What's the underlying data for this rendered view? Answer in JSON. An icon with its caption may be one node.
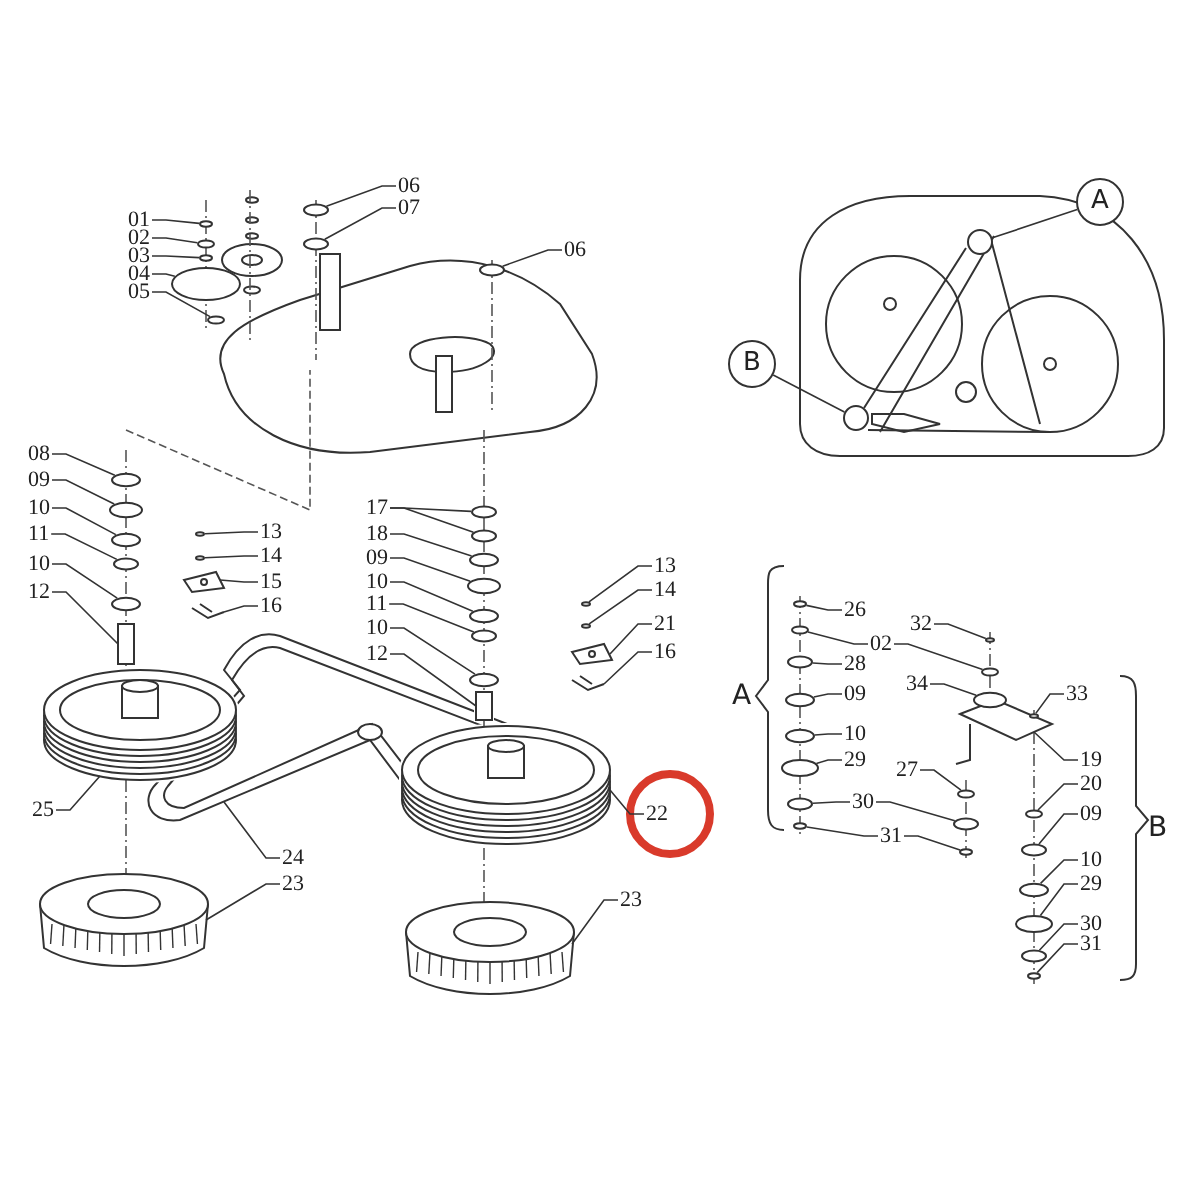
{
  "diagram": {
    "nodes": [
      {
        "text": [
          "01"
        ]
      },
      {
        "text": [
          "02"
        ]
      },
      {
        "text": [
          "03"
        ]
      },
      {
        "text": [
          "04"
        ]
      },
      {
        "text": [
          "05"
        ]
      },
      {
        "text": [
          "06"
        ]
      },
      {
        "text": [
          "07"
        ]
      },
      {
        "text": [
          "06"
        ]
      },
      {
        "text": [
          "08"
        ]
      },
      {
        "text": [
          "09"
        ]
      },
      {
        "text": [
          "10"
        ]
      },
      {
        "text": [
          "11"
        ]
      },
      {
        "text": [
          "10"
        ]
      },
      {
        "text": [
          "12"
        ]
      },
      {
        "text": [
          "13"
        ]
      },
      {
        "text": [
          "14"
        ]
      },
      {
        "text": [
          "15"
        ]
      },
      {
        "text": [
          "16"
        ]
      },
      {
        "text": [
          "17"
        ]
      },
      {
        "text": [
          "18"
        ]
      },
      {
        "text": [
          "09"
        ]
      },
      {
        "text": [
          "10"
        ]
      },
      {
        "text": [
          "11"
        ]
      },
      {
        "text": [
          "10"
        ]
      },
      {
        "text": [
          "12"
        ]
      },
      {
        "text": [
          "13"
        ]
      },
      {
        "text": [
          "14"
        ]
      },
      {
        "text": [
          "21"
        ]
      },
      {
        "text": [
          "16"
        ]
      },
      {
        "text": [
          "25"
        ]
      },
      {
        "text": [
          "24"
        ]
      },
      {
        "text": [
          "23"
        ]
      },
      {
        "text": [
          "22"
        ]
      },
      {
        "text": [
          "23"
        ]
      },
      {
        "text": [
          "A"
        ]
      },
      {
        "text": [
          "B"
        ]
      },
      {
        "text": [
          "26"
        ]
      },
      {
        "text": [
          "32"
        ]
      },
      {
        "text": [
          "02"
        ]
      },
      {
        "text": [
          "28"
        ]
      },
      {
        "text": [
          "34"
        ]
      },
      {
        "text": [
          "33"
        ]
      },
      {
        "text": [
          "09"
        ]
      },
      {
        "text": [
          "10"
        ]
      },
      {
        "text": [
          "29"
        ]
      },
      {
        "text": [
          "19"
        ]
      },
      {
        "text": [
          "27"
        ]
      },
      {
        "text": [
          "20"
        ]
      },
      {
        "text": [
          "30"
        ]
      },
      {
        "text": [
          "09"
        ]
      },
      {
        "text": [
          "31"
        ]
      },
      {
        "text": [
          "10"
        ]
      },
      {
        "text": [
          "29"
        ]
      },
      {
        "text": [
          "30"
        ]
      },
      {
        "text": [
          "31"
        ]
      },
      {
        "text": [],
        "shape": "ellipse"
      },
      {
        "text": [],
        "shape": "ellipse"
      },
      {
        "text": [],
        "shape": "ellipse"
      },
      {
        "text": [],
        "shape": "ellipse"
      },
      {
        "text": [],
        "shape": "ellipse"
      },
      {
        "text": [],
        "shape": "ellipse"
      },
      {
        "text": [],
        "shape": "ellipse"
      },
      {
        "text": [],
        "shape": "ellipse"
      },
      {
        "text": [],
        "shape": "ellipse"
      },
      {
        "text": [],
        "shape": "ellipse"
      },
      {
        "text": [],
        "shape": "ellipse"
      },
      {
        "text": [],
        "shape": "ellipse"
      },
      {
        "text": [],
        "shape": "ellipse"
      },
      {
        "text": [],
        "shape": "box"
      },
      {
        "text": [],
        "shape": "ellipse"
      },
      {
        "text": [],
        "shape": "ellipse"
      },
      {
        "text": [],
        "shape": "picture"
      },
      {
        "text": [],
        "shape": "picture"
      },
      {
        "text": [],
        "shape": "ellipse"
      },
      {
        "text": [],
        "shape": "ellipse"
      },
      {
        "text": [],
        "shape": "ellipse"
      },
      {
        "text": [],
        "shape": "ellipse"
      },
      {
        "text": [],
        "shape": "ellipse"
      },
      {
        "text": [],
        "shape": "ellipse"
      },
      {
        "text": [],
        "shape": "ellipse"
      },
      {
        "text": [],
        "shape": "box"
      },
      {
        "text": [],
        "shape": "ellipse"
      },
      {
        "text": [],
        "shape": "ellipse"
      },
      {
        "text": [],
        "shape": "picture"
      },
      {
        "text": [],
        "shape": "picture"
      },
      {
        "text": [],
        "shape": "cylinder"
      },
      {
        "text": [],
        "shape": "picture"
      },
      {
        "text": [],
        "shape": "picture"
      },
      {
        "text": [],
        "shape": "cylinder"
      },
      {
        "text": [],
        "shape": "picture"
      },
      {
        "text": [],
        "shape": "circle"
      },
      {
        "text": [],
        "shape": "circle"
      },
      {
        "text": [],
        "shape": "ellipse"
      },
      {
        "text": [],
        "shape": "ellipse"
      },
      {
        "text": [],
        "shape": "ellipse"
      },
      {
        "text": [],
        "shape": "ellipse"
      },
      {
        "text": [],
        "shape": "ellipse"
      },
      {
        "text": [],
        "shape": "ellipse"
      },
      {
        "text": [],
        "shape": "ellipse"
      },
      {
        "text": [],
        "shape": "ellipse"
      },
      {
        "text": [],
        "shape": "ellipse"
      },
      {
        "text": [],
        "shape": "ellipse"
      },
      {
        "text": [],
        "shape": "picture"
      },
      {
        "text": [],
        "shape": "ellipse"
      },
      {
        "text": [],
        "shape": "ellipse"
      },
      {
        "text": [],
        "shape": "ellipse"
      },
      {
        "text": [],
        "shape": "ellipse"
      },
      {
        "text": [],
        "shape": "ellipse"
      },
      {
        "text": [],
        "shape": "ellipse"
      },
      {
        "text": [],
        "shape": "ellipse"
      },
      {
        "text": [],
        "shape": "ellipse"
      },
      {
        "text": [],
        "shape": "ellipse"
      },
      {
        "text": [],
        "shape": "ellipse"
      },
      {
        "text": [],
        "shape": "ellipse"
      }
    ],
    "edges": [
      {
        "from": 0,
        "to": 55,
        "arrow": "none"
      },
      {
        "from": 1,
        "to": 56,
        "arrow": "none"
      },
      {
        "from": 2,
        "to": 57,
        "arrow": "none"
      },
      {
        "from": 3,
        "to": 58,
        "arrow": "none"
      },
      {
        "from": 4,
        "to": 59,
        "arrow": "none"
      },
      {
        "from": 5,
        "to": 60,
        "arrow": "none"
      },
      {
        "from": 6,
        "to": 61,
        "arrow": "none"
      },
      {
        "from": 7,
        "to": 62,
        "arrow": "none"
      },
      {
        "from": 8,
        "to": 63,
        "arrow": "none"
      },
      {
        "from": 9,
        "to": 64,
        "arrow": "none"
      },
      {
        "from": 10,
        "to": 65,
        "arrow": "none"
      },
      {
        "from": 11,
        "to": 66,
        "arrow": "none"
      },
      {
        "from": 12,
        "to": 67,
        "arrow": "none"
      },
      {
        "from": 13,
        "to": 68,
        "arrow": "none"
      },
      {
        "from": 14,
        "to": 69,
        "arrow": "none"
      },
      {
        "from": 15,
        "to": 70,
        "arrow": "none"
      },
      {
        "from": 16,
        "to": 71,
        "arrow": "none"
      },
      {
        "from": 17,
        "to": 72,
        "arrow": "none"
      },
      {
        "from": 18,
        "to": 73,
        "arrow": "none"
      },
      {
        "from": 18,
        "to": 74,
        "arrow": "none"
      },
      {
        "from": 19,
        "to": 75,
        "arrow": "none"
      },
      {
        "from": 20,
        "to": 76,
        "arrow": "none"
      },
      {
        "from": 21,
        "to": 77,
        "arrow": "none"
      },
      {
        "from": 22,
        "to": 78,
        "arrow": "none"
      },
      {
        "from": 23,
        "to": 79,
        "arrow": "none"
      },
      {
        "from": 24,
        "to": 80,
        "arrow": "none"
      },
      {
        "from": 25,
        "to": 81,
        "arrow": "none"
      },
      {
        "from": 26,
        "to": 82,
        "arrow": "none"
      },
      {
        "from": 27,
        "to": 83,
        "arrow": "none"
      },
      {
        "from": 28,
        "to": 84,
        "arrow": "none"
      },
      {
        "from": 29,
        "to": 85,
        "arrow": "none"
      },
      {
        "from": 30,
        "to": 86,
        "arrow": "none"
      },
      {
        "from": 31,
        "to": 87,
        "arrow": "none"
      },
      {
        "from": 32,
        "to": 88,
        "arrow": "none"
      },
      {
        "from": 33,
        "to": 89,
        "arrow": "none"
      },
      {
        "from": 34,
        "to": 90,
        "arrow": "none"
      },
      {
        "from": 35,
        "to": 91,
        "arrow": "none"
      },
      {
        "from": 36,
        "to": 92,
        "arrow": "none"
      },
      {
        "from": 37,
        "to": 93,
        "arrow": "none"
      },
      {
        "from": 38,
        "to": 94,
        "arrow": "none"
      },
      {
        "from": 38,
        "to": 95,
        "arrow": "none"
      },
      {
        "from": 39,
        "to": 96,
        "arrow": "none"
      },
      {
        "from": 40,
        "to": 97,
        "arrow": "none"
      },
      {
        "from": 41,
        "to": 98,
        "arrow": "none"
      },
      {
        "from": 42,
        "to": 99,
        "arrow": "none"
      },
      {
        "from": 43,
        "to": 100,
        "arrow": "none"
      },
      {
        "from": 44,
        "to": 101,
        "arrow": "none"
      },
      {
        "from": 45,
        "to": 102,
        "arrow": "none"
      },
      {
        "from": 46,
        "to": 103,
        "arrow": "none"
      },
      {
        "from": 47,
        "to": 104,
        "arrow": "none"
      },
      {
        "from": 48,
        "to": 105,
        "arrow": "none"
      },
      {
        "from": 48,
        "to": 106,
        "arrow": "none"
      },
      {
        "from": 49,
        "to": 107,
        "arrow": "none"
      },
      {
        "from": 50,
        "to": 108,
        "arrow": "none"
      },
      {
        "from": 50,
        "to": 109,
        "arrow": "none"
      },
      {
        "from": 51,
        "to": 110,
        "arrow": "none"
      },
      {
        "from": 52,
        "to": 111,
        "arrow": "none"
      },
      {
        "from": 53,
        "to": 112,
        "arrow": "none"
      },
      {
        "from": 54,
        "to": 113,
        "arrow": "none"
      }
    ],
    "labels": [
      "A",
      "B"
    ]
  }
}
